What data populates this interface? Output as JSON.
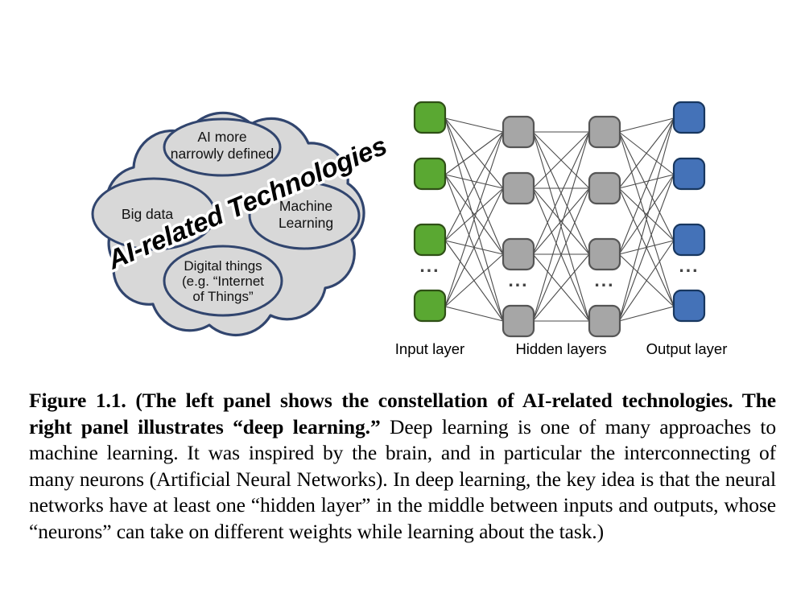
{
  "figure": {
    "left_panel": {
      "banner_label": "AI-related Technologies",
      "bubbles": [
        {
          "id": "ai-narrow",
          "lines": [
            "AI more",
            "narrowly defined"
          ]
        },
        {
          "id": "big-data",
          "lines": [
            "Big data"
          ]
        },
        {
          "id": "machine-learning",
          "lines": [
            "Machine",
            "Learning"
          ]
        },
        {
          "id": "digital-things",
          "lines": [
            "Digital things",
            "(e.g. “Internet",
            "of Things”"
          ]
        }
      ],
      "colors": {
        "cloud_fill": "#d8d8d8",
        "cloud_stroke": "#31456e",
        "bubble_fill": "#d8d8d8",
        "bubble_stroke": "#31456e",
        "banner_text": "#000000",
        "banner_outline": "#ffffff"
      }
    },
    "right_panel": {
      "layer_labels": {
        "input": "Input layer",
        "hidden": "Hidden layers",
        "output": "Output layer"
      },
      "ellipsis": "…",
      "ellipsis_marks": [
        {
          "id": "input-ellipsis",
          "text": "..."
        },
        {
          "id": "hidden1-ellipsis",
          "text": "..."
        },
        {
          "id": "hidden2-ellipsis",
          "text": "..."
        },
        {
          "id": "output-ellipsis",
          "text": "..."
        }
      ],
      "layers": [
        {
          "id": "input-layer",
          "kind": "input",
          "node_count": 4,
          "color": "#5aa832"
        },
        {
          "id": "hidden-layer-1",
          "kind": "hidden",
          "node_count": 4,
          "color": "#a6a6a6"
        },
        {
          "id": "hidden-layer-2",
          "kind": "hidden",
          "node_count": 4,
          "color": "#a6a6a6"
        },
        {
          "id": "output-layer",
          "kind": "output",
          "node_count": 4,
          "color": "#4472b8"
        }
      ],
      "colors": {
        "input_node": "#5aa832",
        "input_node_stroke": "#33691a",
        "hidden_node": "#a6a6a6",
        "hidden_node_stroke": "#555555",
        "output_node": "#4472b8",
        "output_node_stroke": "#18375f",
        "edge": "#4a4a4a",
        "label_text": "#000000"
      }
    }
  },
  "caption": {
    "bold_part": "Figure 1.1. (The left panel shows the constellation of AI-related technologies. The right panel illustrates “deep learning.”",
    "rest": " Deep learning is one of many approaches to machine learning. It was inspired by the brain, and in particular the interconnecting of many neurons (Artificial Neural Networks). In deep learning, the key idea is that the neural networks have at least one “hidden layer” in the middle between inputs and outputs, whose “neurons” can take on different weights while learning about the task.)"
  }
}
